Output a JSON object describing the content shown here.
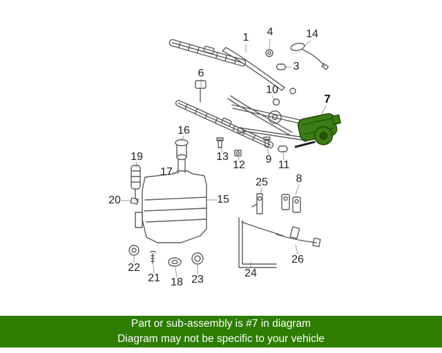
{
  "banner": {
    "line1": "Part or sub-assembly is #7 in diagram",
    "line2": "Diagram may not be specific to your vehicle",
    "background_color": "#2c7d00",
    "text_color": "#ffffff"
  },
  "diagram": {
    "highlighted_part_number": "7",
    "highlight_color": "#3a7d14",
    "line_color": "#5a5a5a",
    "labels": [
      {
        "text": "1"
      },
      {
        "text": "4"
      },
      {
        "text": "14"
      },
      {
        "text": "3"
      },
      {
        "text": "6"
      },
      {
        "text": "10"
      },
      {
        "text": "7"
      },
      {
        "text": "16"
      },
      {
        "text": "13"
      },
      {
        "text": "12"
      },
      {
        "text": "9"
      },
      {
        "text": "11"
      },
      {
        "text": "19"
      },
      {
        "text": "17"
      },
      {
        "text": "25"
      },
      {
        "text": "8"
      },
      {
        "text": "20"
      },
      {
        "text": "15"
      },
      {
        "text": "22"
      },
      {
        "text": "21"
      },
      {
        "text": "18"
      },
      {
        "text": "23"
      },
      {
        "text": "24"
      },
      {
        "text": "26"
      }
    ]
  }
}
